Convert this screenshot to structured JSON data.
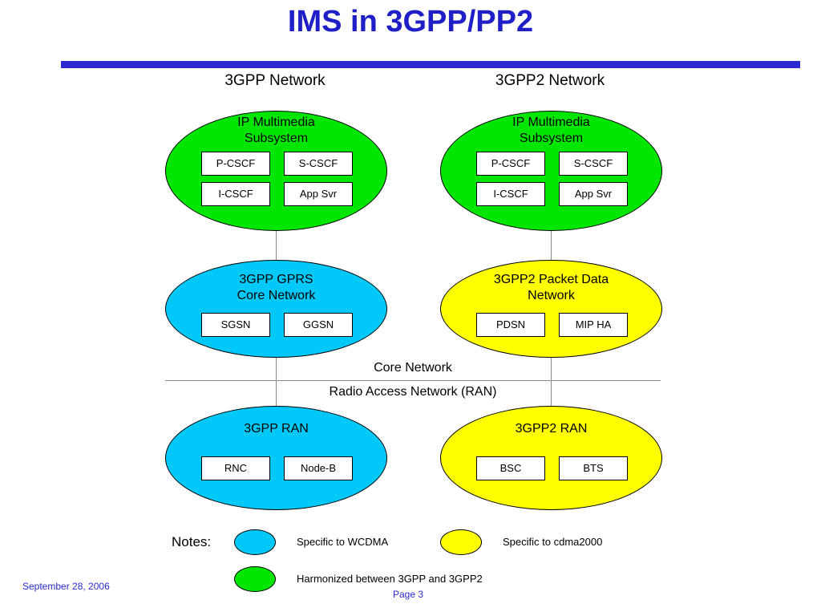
{
  "title": "IMS in 3GPP/PP2",
  "columns": {
    "left": "3GPP Network",
    "right": "3GPP2 Network"
  },
  "colors": {
    "harmonized": "#00e600",
    "wcdma": "#00c8f8",
    "cdma2000": "#ffff00",
    "accent": "#2a2ad0"
  },
  "ims_3gpp": {
    "line1": "IP Multimedia",
    "line2": "Subsystem",
    "nodes": [
      "P-CSCF",
      "S-CSCF",
      "I-CSCF",
      "App Svr"
    ]
  },
  "ims_3gpp2": {
    "line1": "IP Multimedia",
    "line2": "Subsystem",
    "nodes": [
      "P-CSCF",
      "S-CSCF",
      "I-CSCF",
      "App Svr"
    ]
  },
  "gprs": {
    "line1": "3GPP GPRS",
    "line2": "Core Network",
    "nodes": [
      "SGSN",
      "GGSN"
    ]
  },
  "pdn": {
    "line1": "3GPP2 Packet Data",
    "line2": "Network",
    "nodes": [
      "PDSN",
      "MIP HA"
    ]
  },
  "divider": {
    "upper": "Core Network",
    "lower": "Radio Access Network (RAN)"
  },
  "ran_3gpp": {
    "line1": "3GPP RAN",
    "nodes": [
      "RNC",
      "Node-B"
    ]
  },
  "ran_3gpp2": {
    "line1": "3GPP2 RAN",
    "nodes": [
      "BSC",
      "BTS"
    ]
  },
  "notes": {
    "label": "Notes:",
    "wcdma": "Specific to WCDMA",
    "cdma2000": "Specific to cdma2000",
    "harmonized": "Harmonized between 3GPP and 3GPP2"
  },
  "footer": {
    "date": "September 28, 2006",
    "page": "Page 3"
  }
}
